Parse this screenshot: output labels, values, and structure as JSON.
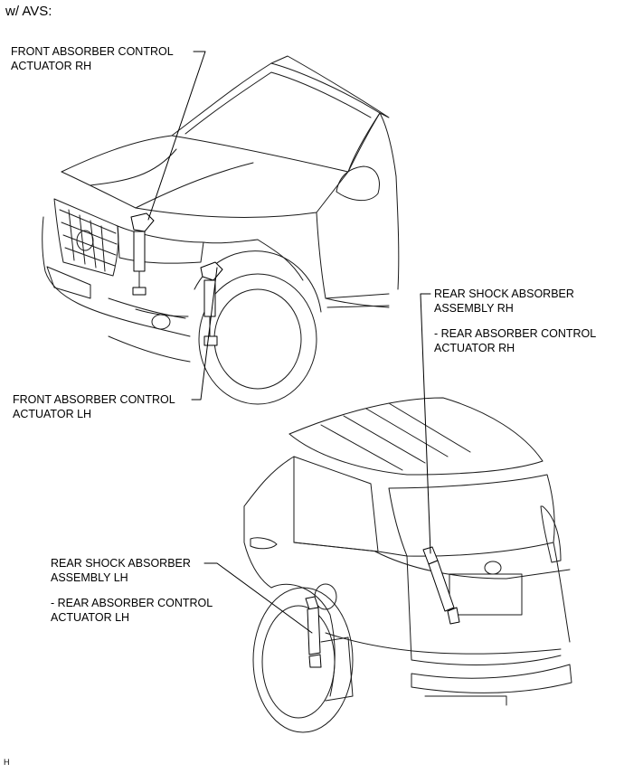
{
  "header": {
    "condition": "w/ AVS:"
  },
  "labels": {
    "front_rh": {
      "line1": "FRONT ABSORBER CONTROL",
      "line2": "ACTUATOR RH"
    },
    "front_lh": {
      "line1": "FRONT ABSORBER CONTROL",
      "line2": "ACTUATOR LH"
    },
    "rear_rh": {
      "line1": "REAR SHOCK ABSORBER",
      "line2": "ASSEMBLY RH",
      "sub1": "- REAR ABSORBER CONTROL",
      "sub2": "ACTUATOR RH"
    },
    "rear_lh": {
      "line1": "REAR SHOCK ABSORBER",
      "line2": "ASSEMBLY LH",
      "sub1": "- REAR ABSORBER CONTROL",
      "sub2": "ACTUATOR LH"
    }
  },
  "footer": {
    "code": "H"
  }
}
